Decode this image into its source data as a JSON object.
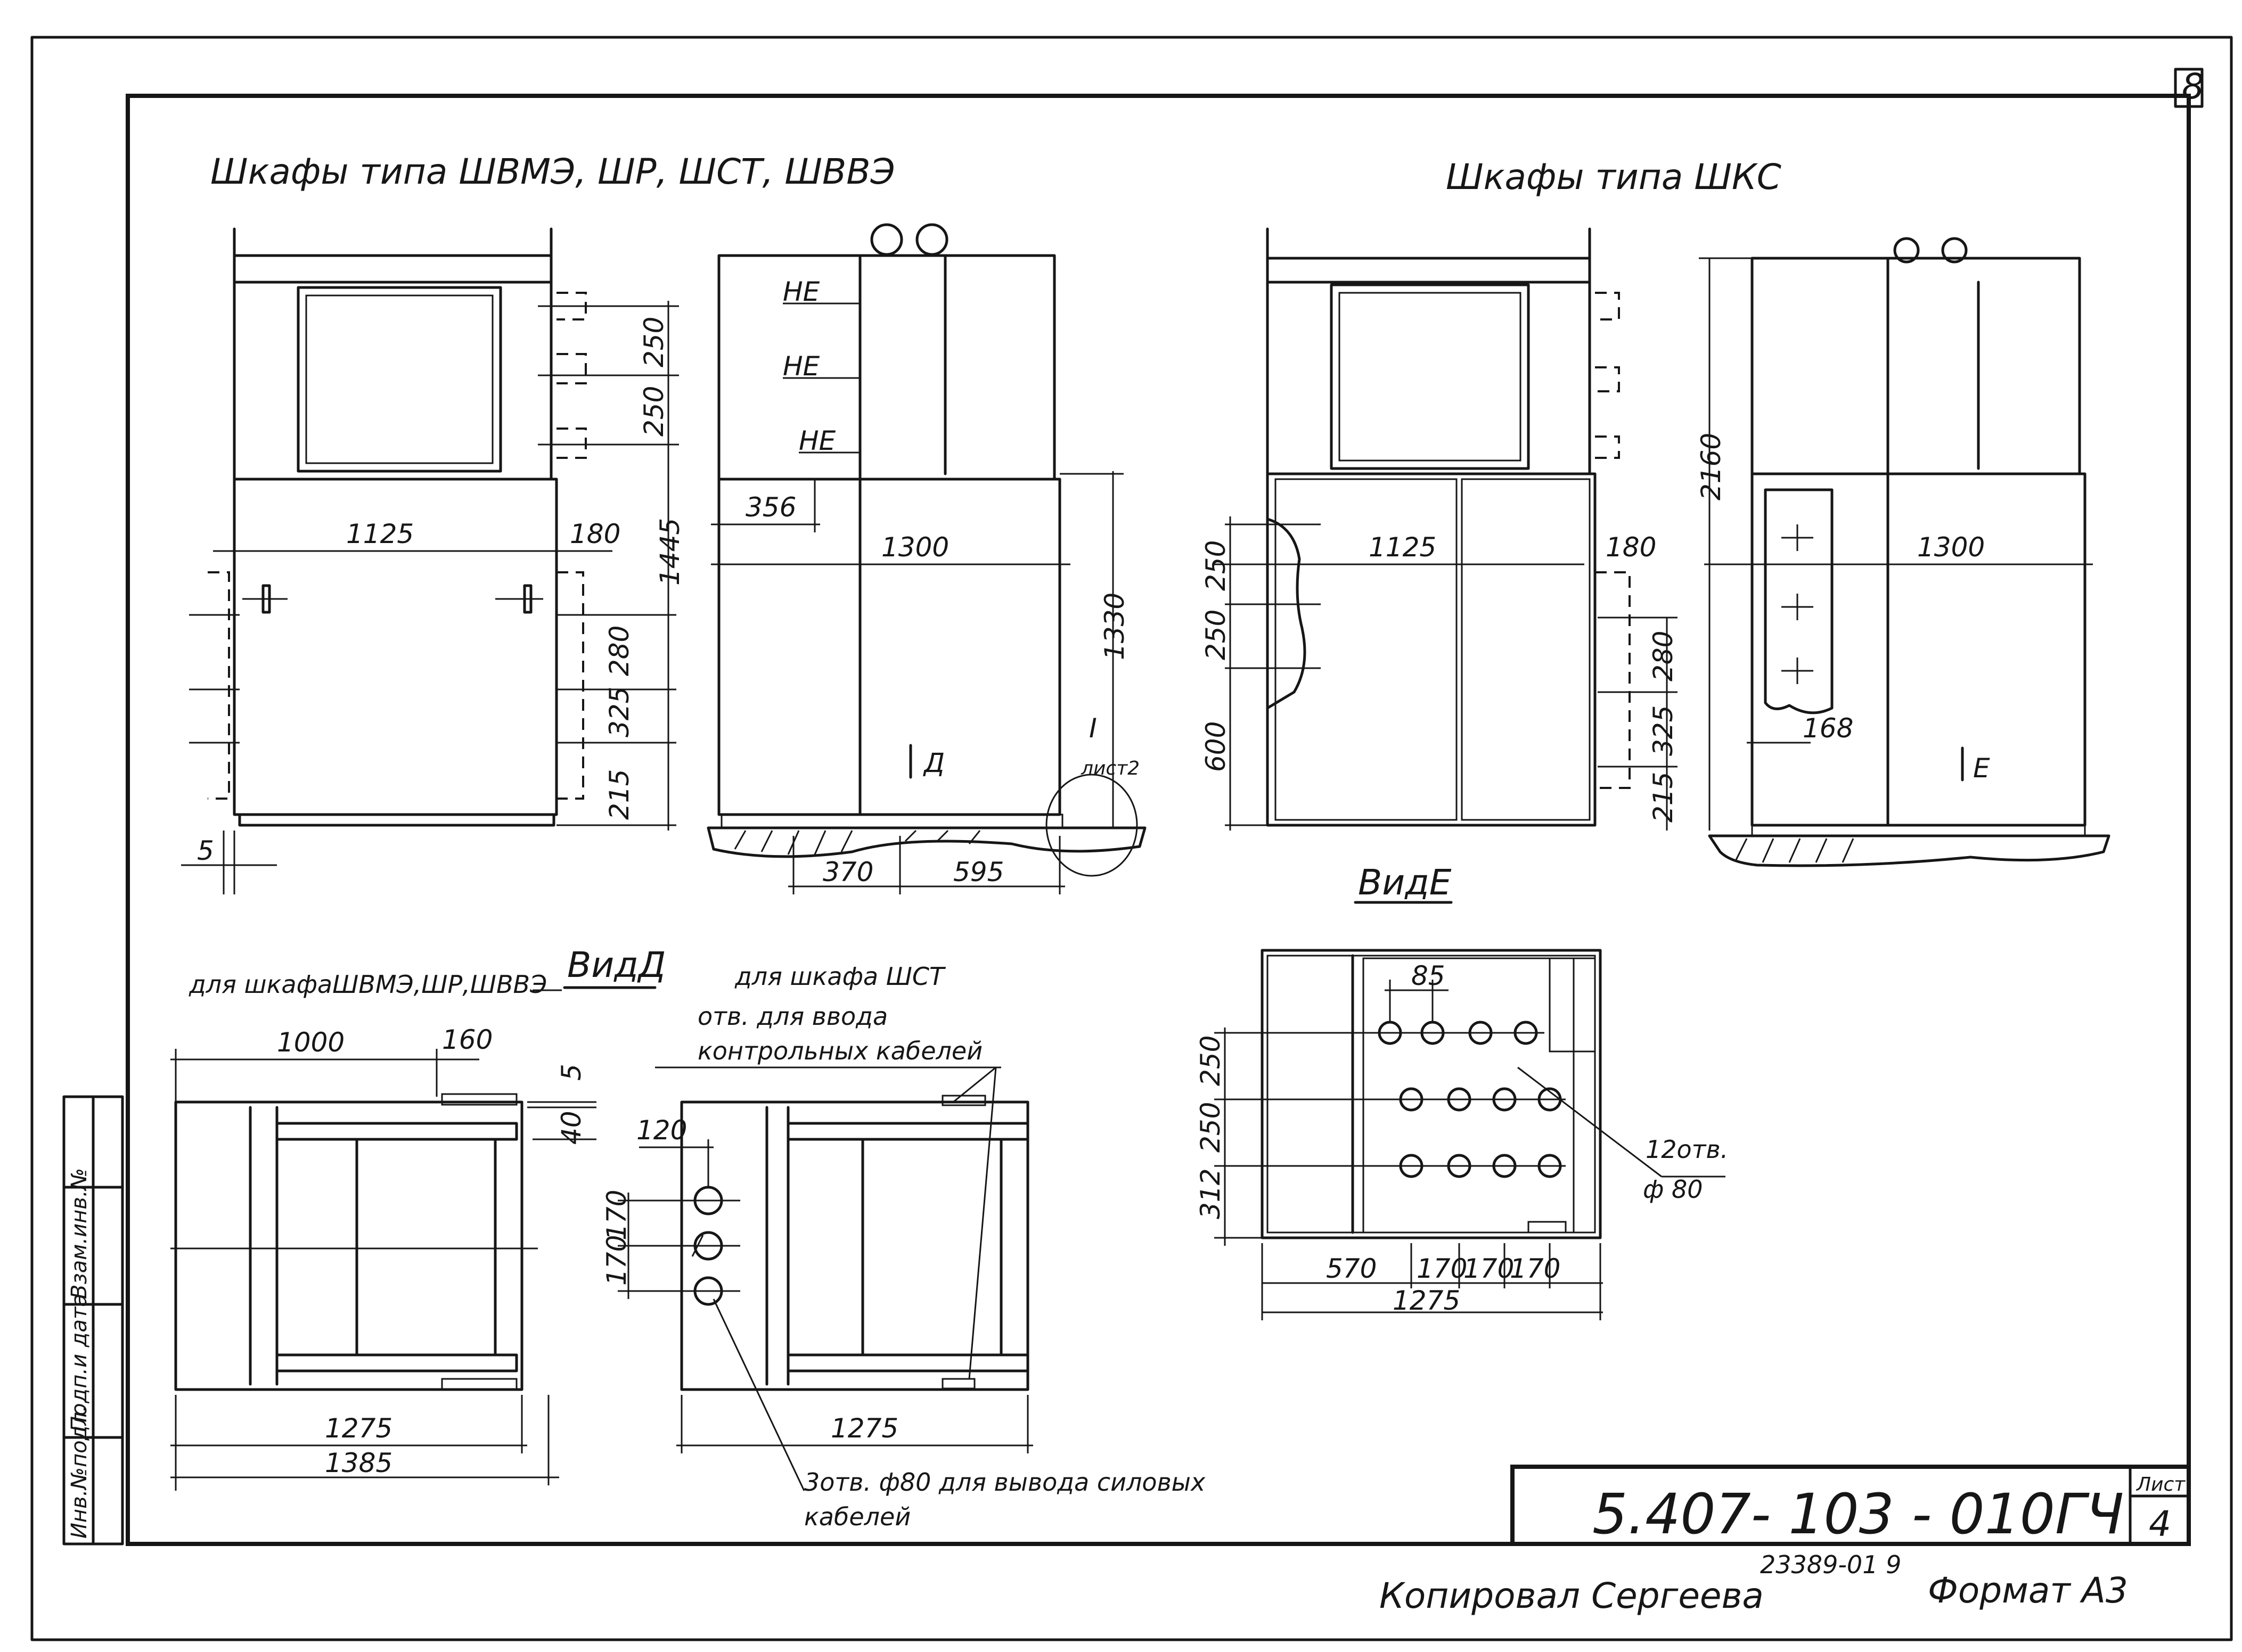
{
  "sheet": {
    "corner_mark": "8",
    "code": "5.407- 103 - 010ГЧ",
    "list_label": "Лист",
    "list_number": "4",
    "inventory": "23389-01  9",
    "copied_by": "Копировал  Сергеева",
    "format": "Формат А3"
  },
  "side_stamp": {
    "field1": "Инв.№подл.",
    "field2": "Подп.и дата",
    "field3": "Взам.инв.№"
  },
  "titles": {
    "left_group": "Шкафы  типа  ШВМЭ, ШР,  ШСТ, ШВВЭ",
    "right_group": "Шкафы  типа  ШКС",
    "view_d": "ВидД",
    "view_e": "ВидЕ"
  },
  "notes": {
    "view_d_for": "для шкафаШВМЭ,ШР,ШВВЭ",
    "shst_line1": "для шкафа ШСТ",
    "shst_line2": "отв. для ввода",
    "shst_line3": "контрольных кабелей",
    "power_line1": "3отв. ф80 для вывода  силовых",
    "power_line2": "кабелей",
    "holes_line1": "12отв.",
    "holes_line2": "ф 80",
    "arrow_d": "Д",
    "arrow_e": "Е",
    "sheet_ref_mark": "I",
    "sheet_ref": "лист2"
  },
  "dims": {
    "a_1125": "1125",
    "a_180": "180",
    "a_250_top": "250",
    "a_250_2": "250",
    "a_1445": "1445",
    "a_280": "280",
    "a_325": "325",
    "a_215": "215",
    "a_5": "5",
    "b_356": "356",
    "b_1300": "1300",
    "b_1330": "1330",
    "b_370": "370",
    "b_595": "595",
    "c_250": "250",
    "c_250b": "250",
    "c_600": "600",
    "c_1125": "1125",
    "c_180": "180",
    "c_280": "280",
    "c_325": "325",
    "c_215": "215",
    "d_2160": "2160",
    "d_1300": "1300",
    "d_168": "168",
    "e_1000": "1000",
    "e_160": "160",
    "e_5": "5",
    "e_40": "40",
    "e_1275": "1275",
    "e_1385": "1385",
    "f_120": "120",
    "f_170a": "170",
    "f_170b": "170",
    "f_1275": "1275",
    "g_85": "85",
    "g_250a": "250",
    "g_250b": "250",
    "g_312": "312",
    "g_570": "570",
    "g_170a": "170",
    "g_170b": "170",
    "g_170c": "170",
    "g_1275": "1275"
  }
}
